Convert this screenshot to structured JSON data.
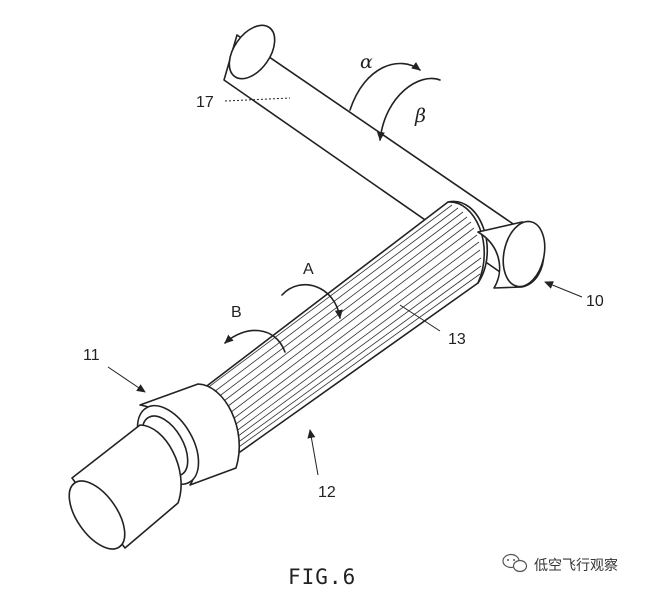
{
  "labels": {
    "n17": "17",
    "alpha": "α",
    "beta": "β",
    "n10": "10",
    "A": "A",
    "B": "B",
    "n13": "13",
    "n11": "11",
    "n12": "12"
  },
  "caption": "FIG.6",
  "watermark": "低空飞行观察",
  "watermark_icon": "wechat-icon"
}
